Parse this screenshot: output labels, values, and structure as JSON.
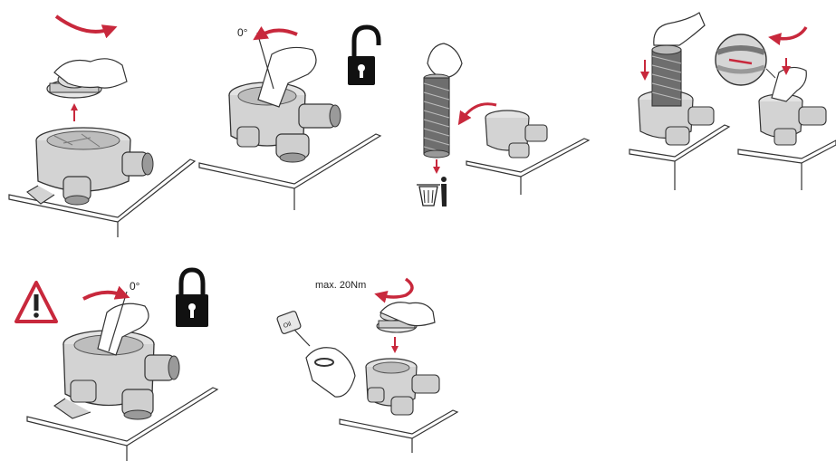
{
  "colors": {
    "accent_red": "#c8283c",
    "line": "#333333",
    "metal_fill": "#d9d9d9",
    "metal_dark": "#9a9a9a",
    "paper": "#ffffff"
  },
  "icons": {
    "rotate_arrow": "curved-arrow-icon",
    "unlock": "padlock-open-icon",
    "lock": "padlock-closed-icon",
    "warning": "warning-triangle-icon",
    "trash": "trash-bin-icon",
    "person": "person-icon",
    "oil_bottle": "oil-bottle-icon"
  },
  "steps": {
    "step2": {
      "angle_label": "0°"
    },
    "step5": {
      "angle_label": "0°"
    },
    "step6": {
      "torque_label": "max. 20Nm",
      "oil_label": "Oil"
    }
  }
}
